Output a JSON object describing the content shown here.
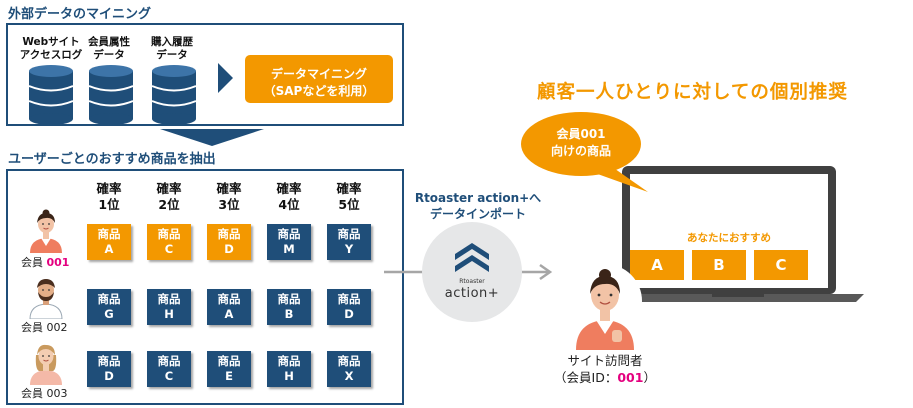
{
  "mining_section": {
    "title": "外部データのマイニング",
    "sources": [
      {
        "line1": "Webサイト",
        "line2": "アクセスログ"
      },
      {
        "line1": "会員属性",
        "line2": "データ"
      },
      {
        "line1": "購入履歴",
        "line2": "データ"
      }
    ],
    "mining_box": {
      "line1": "データマイニング",
      "line2": "（SAPなどを利用）"
    }
  },
  "extraction_section": {
    "title": "ユーザーごとのおすすめ商品を抽出",
    "rank_headers": [
      {
        "line1": "確率",
        "line2": "1位"
      },
      {
        "line1": "確率",
        "line2": "2位"
      },
      {
        "line1": "確率",
        "line2": "3位"
      },
      {
        "line1": "確率",
        "line2": "4位"
      },
      {
        "line1": "確率",
        "line2": "5位"
      }
    ],
    "product_label": "商品",
    "members": [
      {
        "prefix": "会員 ",
        "id": "001",
        "products": [
          "A",
          "C",
          "D",
          "M",
          "Y"
        ]
      },
      {
        "prefix": "会員 ",
        "id": "002",
        "products": [
          "G",
          "H",
          "A",
          "B",
          "D"
        ]
      },
      {
        "prefix": "会員 ",
        "id": "003",
        "products": [
          "D",
          "C",
          "E",
          "H",
          "X"
        ]
      }
    ]
  },
  "import": {
    "line1": "Rtoaster action+へ",
    "line2": "データインポート",
    "logo_small": "Rtoaster",
    "logo_big": "action+"
  },
  "recommend": {
    "headline": "顧客一人ひとりに対しての個別推奨",
    "bubble_line1": "会員001",
    "bubble_line2": "向けの商品",
    "screen_label": "あなたにおすすめ",
    "items": [
      "A",
      "B",
      "C"
    ],
    "visitor_line1": "サイト訪問者",
    "visitor_prefix": "（会員ID：",
    "visitor_id": "001",
    "visitor_suffix": "）"
  },
  "colors": {
    "navy": "#1f4e79",
    "orange": "#f39800",
    "pink": "#e4007f",
    "gray_arrow": "#a6a6a6"
  }
}
